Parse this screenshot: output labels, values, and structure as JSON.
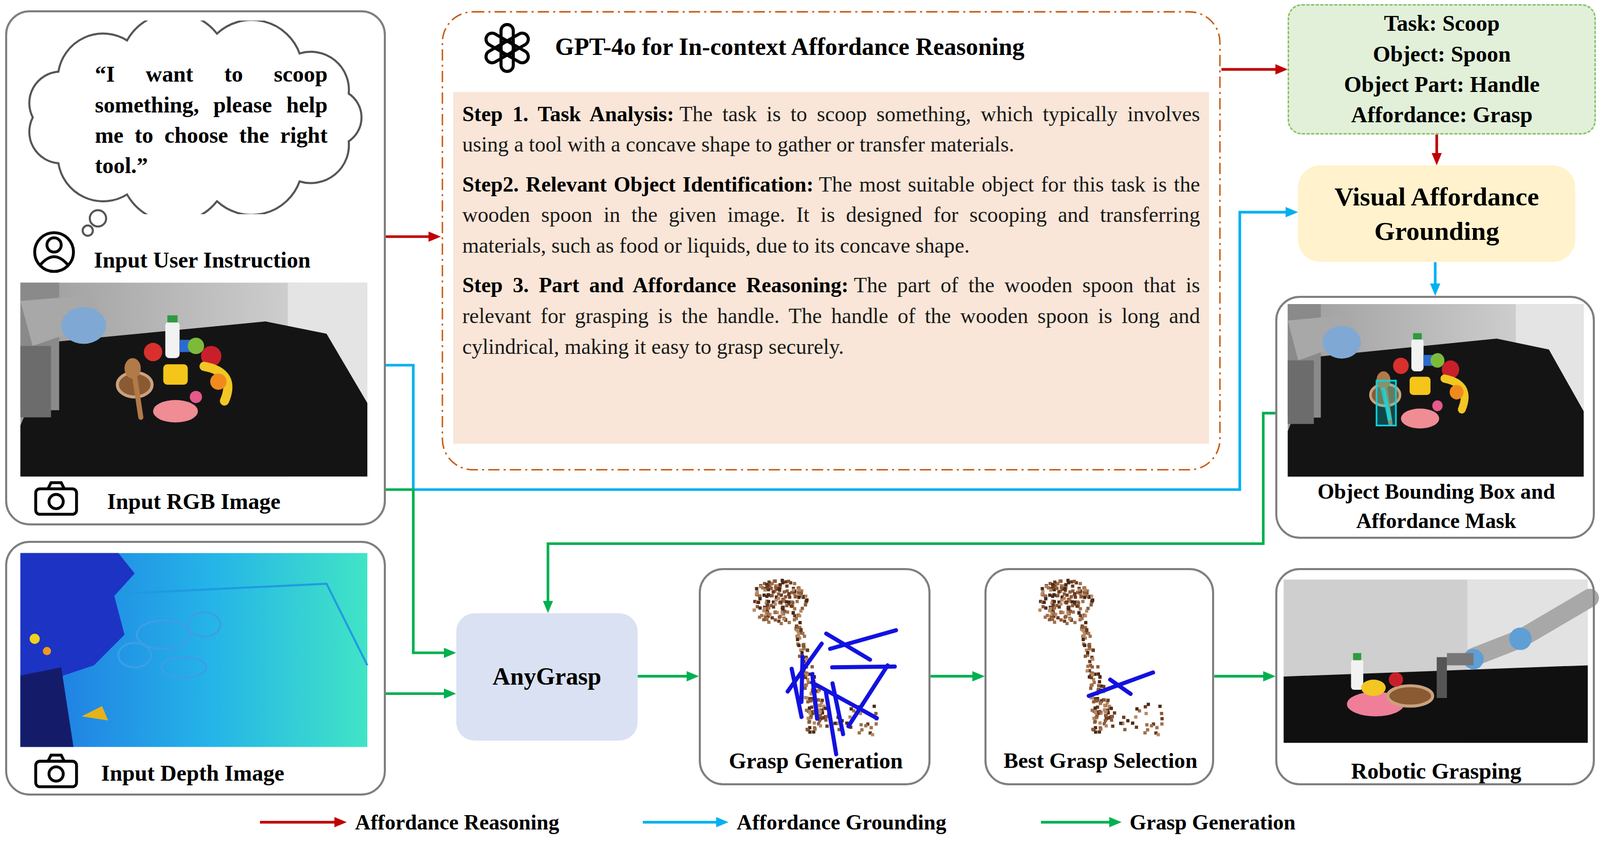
{
  "diagram": {
    "nodes": [
      {
        "text": [
          "Input User Instruction",
          "Input RGB Image"
        ]
      },
      {
        "text": [
          "“I want to scoop something, please help me to choose the right tool.”"
        ],
        "in": 0
      },
      {
        "text": [
          "GPT-4o for In-context Affordance Reasoning"
        ]
      },
      {
        "text": [
          "Step 1. Task Analysis:",
          "The task is to scoop something, which typically involves using a tool with a concave shape to gather or transfer materials.",
          "Step2. Relevant Object Identification:",
          "The most suitable object for this task is the wooden spoon in the given image. It is designed for scooping and transferring materials, such as food or liquids, due to its concave shape.",
          "Step 3. Part and Affordance Reasoning:",
          "The part of the wooden spoon that is relevant for grasping is the handle. The handle of the wooden spoon is long and cylindrical, making it easy to grasp securely."
        ],
        "in": 2
      },
      {
        "text": [
          "Task: Scoop",
          "Object: Spoon",
          "Object Part: Handle",
          "Affordance: Grasp"
        ]
      },
      {
        "text": [
          "Visual Affordance Grounding"
        ]
      },
      {
        "text": [
          "Object Bounding Box and Affordance Mask"
        ]
      },
      {
        "text": [
          "Input Depth Image"
        ]
      },
      {
        "text": [
          "AnyGrasp"
        ]
      },
      {
        "text": [
          "Grasp Generation"
        ]
      },
      {
        "text": [
          "Best Grasp Selection"
        ]
      },
      {
        "text": [
          "Robotic Grasping"
        ]
      }
    ],
    "edges": [
      {
        "from": 0,
        "to": 2,
        "arrow": "to"
      },
      {
        "from": 2,
        "to": 4,
        "arrow": "to"
      },
      {
        "from": 4,
        "to": 5,
        "arrow": "to"
      },
      {
        "from": 0,
        "to": 5,
        "arrow": "to"
      },
      {
        "from": 5,
        "to": 6,
        "arrow": "to"
      },
      {
        "from": 6,
        "to": 8,
        "arrow": "to"
      },
      {
        "from": 0,
        "to": 8,
        "arrow": "to"
      },
      {
        "from": 7,
        "to": 8,
        "arrow": "to"
      },
      {
        "from": 8,
        "to": 9,
        "arrow": "to"
      },
      {
        "from": 9,
        "to": 10,
        "arrow": "to"
      },
      {
        "from": 10,
        "to": 11,
        "arrow": "to"
      }
    ],
    "legend": [
      {
        "text": "Affordance Reasoning"
      },
      {
        "text": "Affordance Grounding"
      },
      {
        "text": "Grasp Generation"
      }
    ]
  }
}
